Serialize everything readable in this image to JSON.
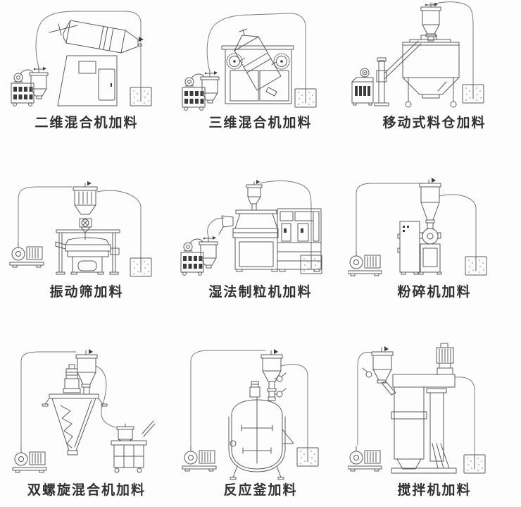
{
  "page": {
    "background_color": "#fdfdfd",
    "line_color": "#5a5a5a",
    "text_color": "#313131"
  },
  "cells": [
    {
      "id": "two-d-mixer",
      "label": "二维混合机加料"
    },
    {
      "id": "three-d-mixer",
      "label": "三维混合机加料"
    },
    {
      "id": "mobile-silo",
      "label": "移动式料仓加料"
    },
    {
      "id": "vibrating-screen",
      "label": "振动筛加料"
    },
    {
      "id": "wet-granulator",
      "label": "湿法制粒机加料"
    },
    {
      "id": "pulverizer",
      "label": "粉碎机加料"
    },
    {
      "id": "double-helix-mixer",
      "label": "双螺旋混合机加料"
    },
    {
      "id": "reactor",
      "label": "反应釜加料"
    },
    {
      "id": "agitator",
      "label": "搅拌机加料"
    }
  ]
}
